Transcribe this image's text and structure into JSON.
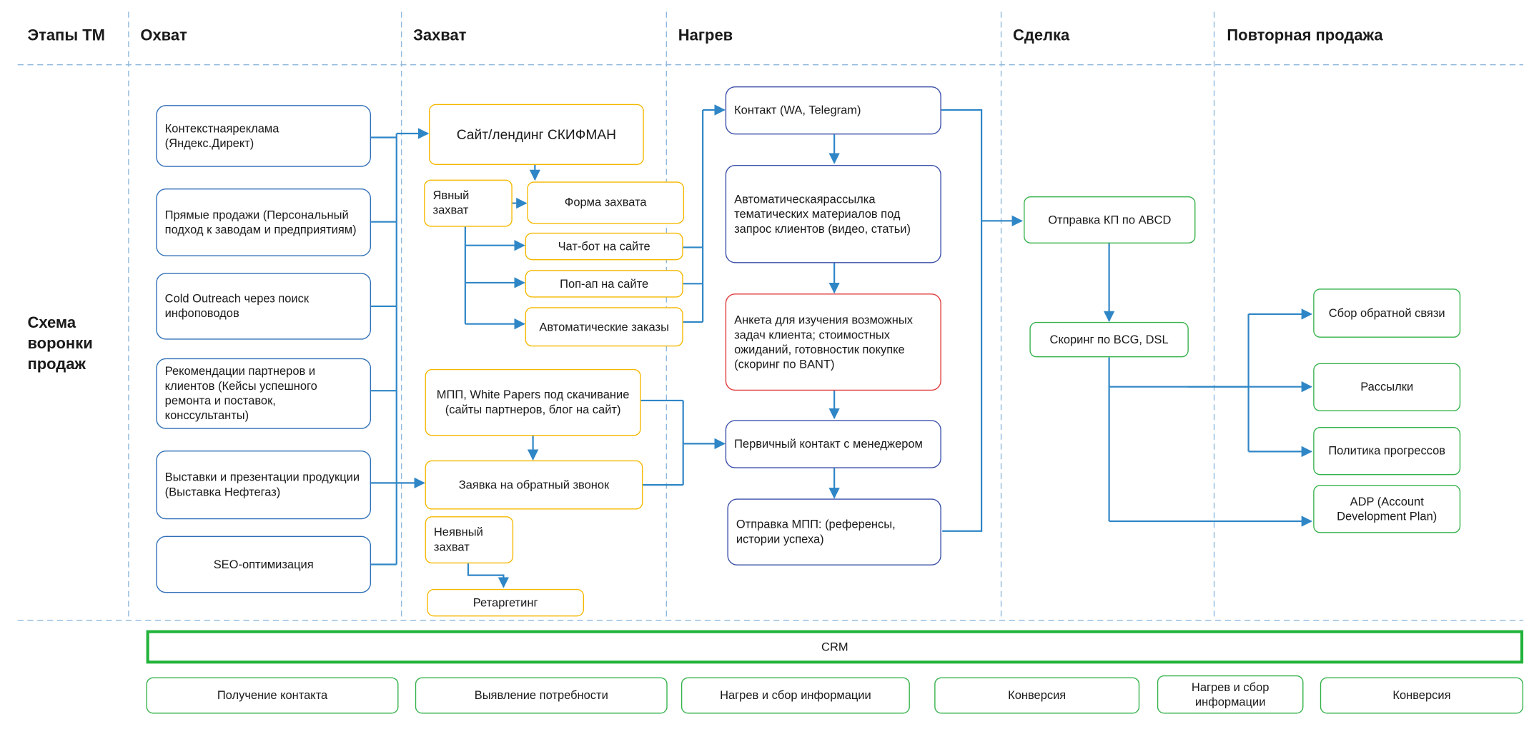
{
  "header": {
    "label": "Этапы ТМ",
    "columns": [
      "Охват",
      "Захват",
      "Нагрев",
      "Сделка",
      "Повторная продажа"
    ]
  },
  "row_label": "Схема\nворонки\nпродаж",
  "reach": [
    "Контекстнаяреклама (Яндекс.Директ)",
    "Прямые продажи (Персональный подход к заводам и предприятиям)",
    "Cold Outreach через поиск инфоповодов",
    "Рекомендации партнеров и клиентов (Кейсы успешного ремонта и поставок, конссультанты)",
    "Выставки и презентации продукции (Выставка Нефтегаз)",
    "SEO-оптимизация"
  ],
  "capture": {
    "site": "Сайт/лендинг СКИФМАН",
    "explicit": "Явный захват",
    "form": "Форма захвата",
    "chatbot": "Чат-бот на сайте",
    "popup": "Поп-ап на сайте",
    "auto_orders": "Автоматические заказы",
    "mpp": "МПП, White Papers под скачивание (сайты партнеров, блог на сайт)",
    "callback": "Заявка на обратный звонок",
    "implicit": "Неявный захват",
    "retargeting": "Ретаргетинг"
  },
  "warmup": {
    "contact": "Контакт (WA, Telegram)",
    "mailing": "Автоматическаярассылка тематических материалов под запрос клиентов (видео, статьи)",
    "survey": "Анкета для изучения возможных задач клиента; стоимостных ожиданий, готовностик покупке (скоринг по BANT)",
    "first_contact": "Первичный контакт с менеджером",
    "send_mpp": "Отправка МПП: (референсы, истории успеха)"
  },
  "deal": {
    "kp": "Отправка КП по ABCD",
    "scoring": "Скоринг по BCG, DSL"
  },
  "repeat": {
    "feedback": "Сбор обратной связи",
    "mailings": "Рассылки",
    "policy": "Политика прогрессов",
    "adp": "ADP (Account Development Plan)"
  },
  "crm": "CRM",
  "bottom": [
    "Получение контакта",
    "Выявление потребности",
    "Нагрев и сбор информации",
    "Конверсия",
    "Нагрев и сбор информации",
    "Конверсия"
  ],
  "colors": {
    "reach_border": "#2f6fb6",
    "capture_border": "#f5b800",
    "warmup_border": "#3b4fa8",
    "survey_border": "#e03b3b",
    "deal_border": "#34b24a",
    "crm_border": "#22b33a",
    "arrow": "#2f86c6",
    "grid_line": "#8fb8dc"
  }
}
